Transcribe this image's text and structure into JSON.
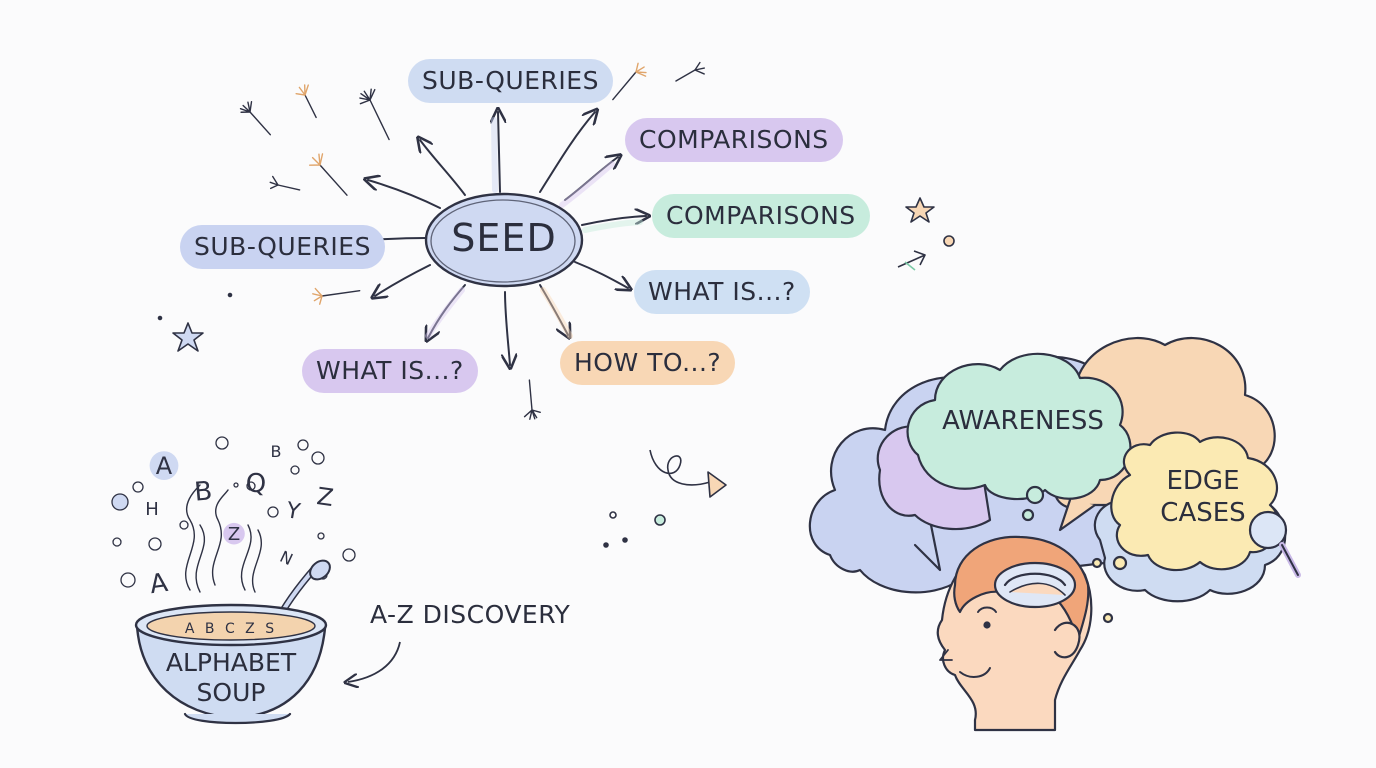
{
  "seed": "SEED",
  "branches": {
    "sub_queries_top": "SUB-QUERIES",
    "sub_queries_left": "SUB-QUERIES",
    "comparisons_purple": "COMPARISONS",
    "comparisons_green": "COMPARISONS",
    "what_is_right": "WHAT IS...?",
    "what_is_left": "WHAT IS...?",
    "how_to": "HOW TO...?"
  },
  "soup": {
    "bowl_text_line1": "ALPHABET",
    "bowl_text_line2": "SOUP",
    "caption": "A-Z DISCOVERY",
    "floating_letters": [
      "A",
      "B",
      "Q",
      "Z",
      "Y",
      "H",
      "A",
      "Z",
      "N",
      "B"
    ],
    "broth_letters": "A B C Z S"
  },
  "thought": {
    "awareness": "AWARENESS",
    "edge_cases_line1": "EDGE",
    "edge_cases_line2": "CASES"
  },
  "colors": {
    "lavender": "#c9d3f1",
    "purple": "#d8c8ef",
    "mint": "#c7ecdd",
    "blue": "#cfe0f3",
    "peach": "#f8d7b5",
    "yellow": "#fbeab3",
    "stroke": "#2f3244"
  }
}
